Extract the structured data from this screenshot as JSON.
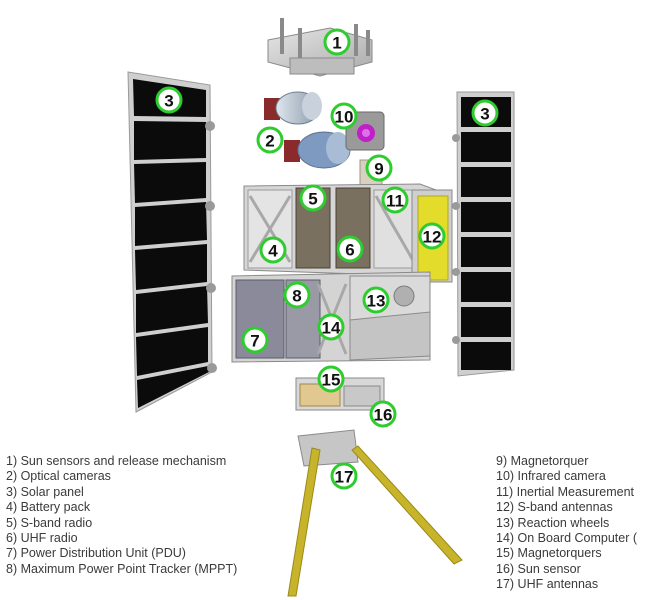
{
  "callouts": [
    {
      "number": "1"
    },
    {
      "number": "2"
    },
    {
      "number": "3"
    },
    {
      "number": "3"
    },
    {
      "number": "4"
    },
    {
      "number": "5"
    },
    {
      "number": "6"
    },
    {
      "number": "7"
    },
    {
      "number": "8"
    },
    {
      "number": "9"
    },
    {
      "number": "10"
    },
    {
      "number": "11"
    },
    {
      "number": "12"
    },
    {
      "number": "13"
    },
    {
      "number": "14"
    },
    {
      "number": "15"
    },
    {
      "number": "16"
    },
    {
      "number": "17"
    }
  ],
  "legend_left": [
    "1) Sun sensors and release mechanism",
    "2) Optical cameras",
    "3) Solar panel",
    "4) Battery pack",
    "5) S-band radio",
    "6) UHF radio",
    "7) Power Distribution Unit (PDU)",
    "8) Maximum Power Point Tracker (MPPT)"
  ],
  "legend_right": [
    "9) Magnetorquer",
    "10) Infrared camera",
    "11) Inertial Measurement",
    "12) S-band antennas",
    "13) Reaction wheels",
    "14) On Board Computer (",
    "15) Magnetorquers",
    "16) Sun sensor",
    "17) UHF antennas"
  ],
  "colors": {
    "callout_ring": "#2ecc2e",
    "solar_cell": "#0b0b0b",
    "frame": "#c8c8c8",
    "antenna": "#c7b42a",
    "s_band_antenna": "#e3dc2a",
    "infrared_lens": "#c020c8"
  }
}
